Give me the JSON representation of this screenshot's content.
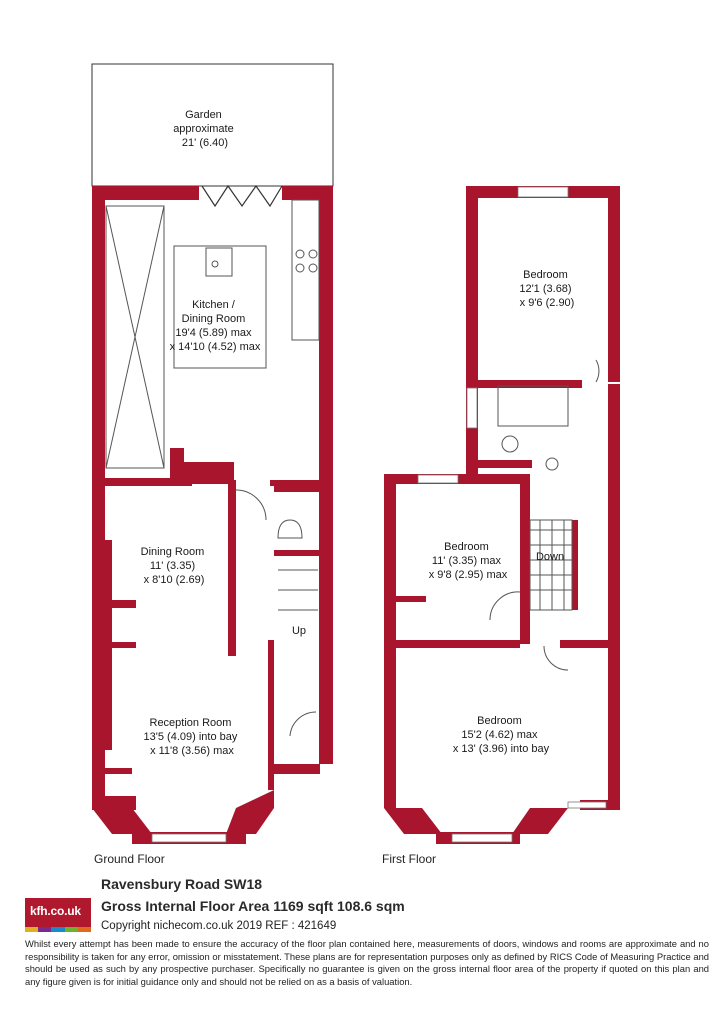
{
  "floors": {
    "ground": "Ground Floor",
    "first": "First Floor"
  },
  "rooms": {
    "garden": [
      "Garden",
      "approximate",
      "21' (6.40)"
    ],
    "kitchen": [
      "Kitchen /",
      "Dining Room",
      "19'4 (5.89) max",
      "x 14'10 (4.52) max"
    ],
    "dining": [
      "Dining Room",
      "11' (3.35)",
      "x 8'10 (2.69)"
    ],
    "reception": [
      "Reception Room",
      "13'5 (4.09) into bay",
      "x 11'8 (3.56) max"
    ],
    "bedroom_rear": [
      "Bedroom",
      "12'1 (3.68)",
      "x 9'6 (2.90)"
    ],
    "bedroom_middle": [
      "Bedroom",
      "11' (3.35) max",
      "x 9'8 (2.95) max"
    ],
    "bedroom_front": [
      "Bedroom",
      "15'2 (4.62) max",
      "x 13' (3.96) into bay"
    ]
  },
  "stairs": {
    "up": "Up",
    "down": "Down"
  },
  "footer": {
    "logo": "kfh.co.uk",
    "address": "Ravensbury Road  SW18",
    "gross_area": "Gross Internal Floor Area 1169 sqft 108.6 sqm",
    "copyright": "Copyright nichecom.co.uk 2019 REF : 421649",
    "disclaimer": "Whilst every attempt has been made to ensure the accuracy of the floor plan contained here, measurements of doors, windows and rooms are approximate and no responsibility is taken for any error, omission or misstatement.  These plans are for representation purposes only as defined by RICS Code of Measuring Practice and should be used as such by any prospective purchaser.  Specifically no guarantee is given on the gross internal floor area of the property if quoted on this plan and any figure given is for initial guidance only and should not be relied on as a basis of valuation."
  },
  "colors": {
    "wall": "#a8152c",
    "logo_bg": "#b0182e",
    "logo_stripes": [
      "#e0b020",
      "#7a2a8c",
      "#1c8ac8",
      "#6bb42e",
      "#e06a1a"
    ]
  }
}
